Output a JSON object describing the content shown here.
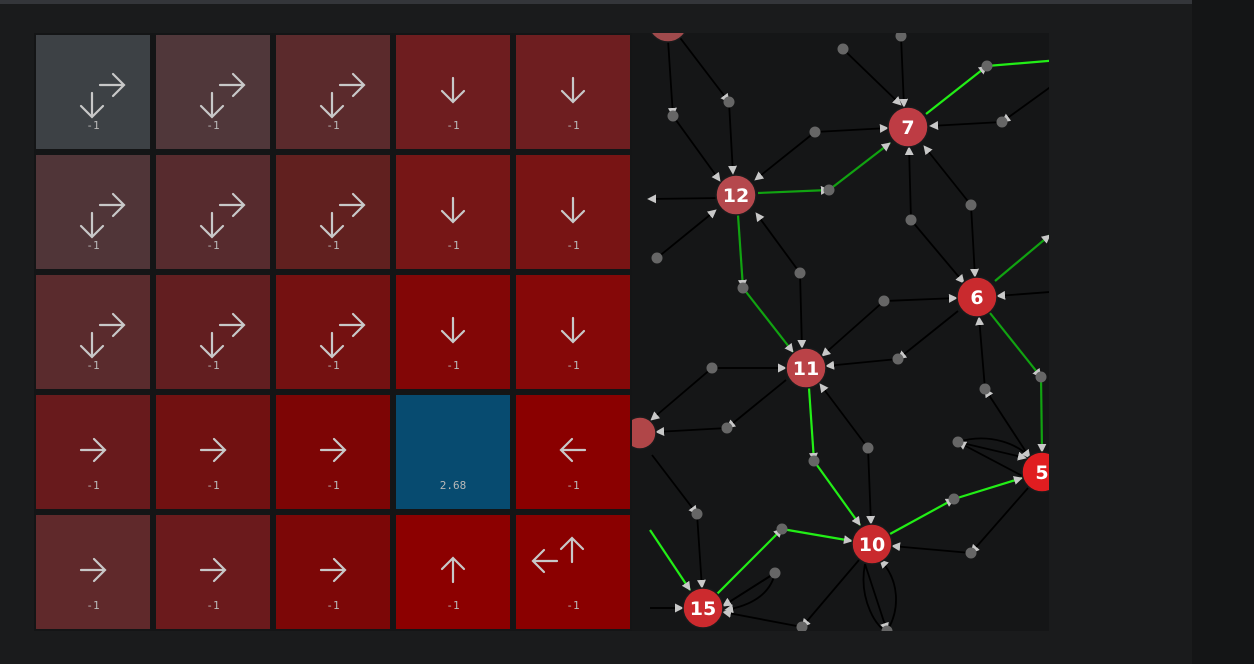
{
  "colors": {
    "background": "#1a1b1c",
    "gridline": "#141516",
    "goal": "#074b70",
    "start": "#3d4145",
    "arrow": "#c8c8c8",
    "node_fill": "#b5484d",
    "node_fill_active": "#e01d20",
    "edge": "#000000",
    "edge_green_bright": "#22ee16",
    "edge_green_dark": "#11a311",
    "waypoint": "#666666"
  },
  "gridworld": {
    "cells": [
      {
        "arrows": [
          "right",
          "down"
        ],
        "value": "-1",
        "bg": "#3d4145"
      },
      {
        "arrows": [
          "right",
          "down"
        ],
        "value": "-1",
        "bg": "#50373a"
      },
      {
        "arrows": [
          "right",
          "down"
        ],
        "value": "-1",
        "bg": "#5b2a2c"
      },
      {
        "arrows": [
          "down"
        ],
        "value": "-1",
        "bg": "#6e1d1f"
      },
      {
        "arrows": [
          "down"
        ],
        "value": "-1",
        "bg": "#6e1e20"
      },
      {
        "arrows": [
          "right",
          "down"
        ],
        "value": "-1",
        "bg": "#503538"
      },
      {
        "arrows": [
          "right",
          "down"
        ],
        "value": "-1",
        "bg": "#572b2e"
      },
      {
        "arrows": [
          "right",
          "down"
        ],
        "value": "-1",
        "bg": "#61201f"
      },
      {
        "arrows": [
          "down"
        ],
        "value": "-1",
        "bg": "#761616"
      },
      {
        "arrows": [
          "down"
        ],
        "value": "-1",
        "bg": "#781414"
      },
      {
        "arrows": [
          "right",
          "down"
        ],
        "value": "-1",
        "bg": "#5a2b2d"
      },
      {
        "arrows": [
          "right",
          "down"
        ],
        "value": "-1",
        "bg": "#621e20"
      },
      {
        "arrows": [
          "right",
          "down"
        ],
        "value": "-1",
        "bg": "#741111"
      },
      {
        "arrows": [
          "down"
        ],
        "value": "-1",
        "bg": "#820606"
      },
      {
        "arrows": [
          "down"
        ],
        "value": "-1",
        "bg": "#850808"
      },
      {
        "arrows": [
          "right"
        ],
        "value": "-1",
        "bg": "#681a1c"
      },
      {
        "arrows": [
          "right"
        ],
        "value": "-1",
        "bg": "#711111"
      },
      {
        "arrows": [
          "right"
        ],
        "value": "-1",
        "bg": "#7d0505"
      },
      {
        "arrows": [],
        "value": "2.68",
        "bg": "#074b70"
      },
      {
        "arrows": [
          "left"
        ],
        "value": "-1",
        "bg": "#8a0000"
      },
      {
        "arrows": [
          "right"
        ],
        "value": "-1",
        "bg": "#60292b"
      },
      {
        "arrows": [
          "right"
        ],
        "value": "-1",
        "bg": "#6b1a1c"
      },
      {
        "arrows": [
          "right"
        ],
        "value": "-1",
        "bg": "#7c0707"
      },
      {
        "arrows": [
          "up"
        ],
        "value": "-1",
        "bg": "#8c0000"
      },
      {
        "arrows": [
          "up",
          "left"
        ],
        "value": "-1",
        "bg": "#8a0000"
      }
    ]
  },
  "graph": {
    "nodes": [
      {
        "id": "n12",
        "label": "12",
        "fill": "#b5484d"
      },
      {
        "id": "n7",
        "label": "7",
        "fill": "#be3c44"
      },
      {
        "id": "n6",
        "label": "6",
        "fill": "#c92a2e"
      },
      {
        "id": "n11",
        "label": "11",
        "fill": "#ba4247"
      },
      {
        "id": "n10",
        "label": "10",
        "fill": "#c92a2e"
      },
      {
        "id": "n15",
        "label": "15",
        "fill": "#cc2a2e"
      },
      {
        "id": "n5",
        "label": "5",
        "fill": "#e01d20"
      },
      {
        "id": "ntop",
        "label": "",
        "fill": "#a04a4c"
      },
      {
        "id": "nleft",
        "label": "",
        "fill": "#b04648"
      }
    ]
  }
}
